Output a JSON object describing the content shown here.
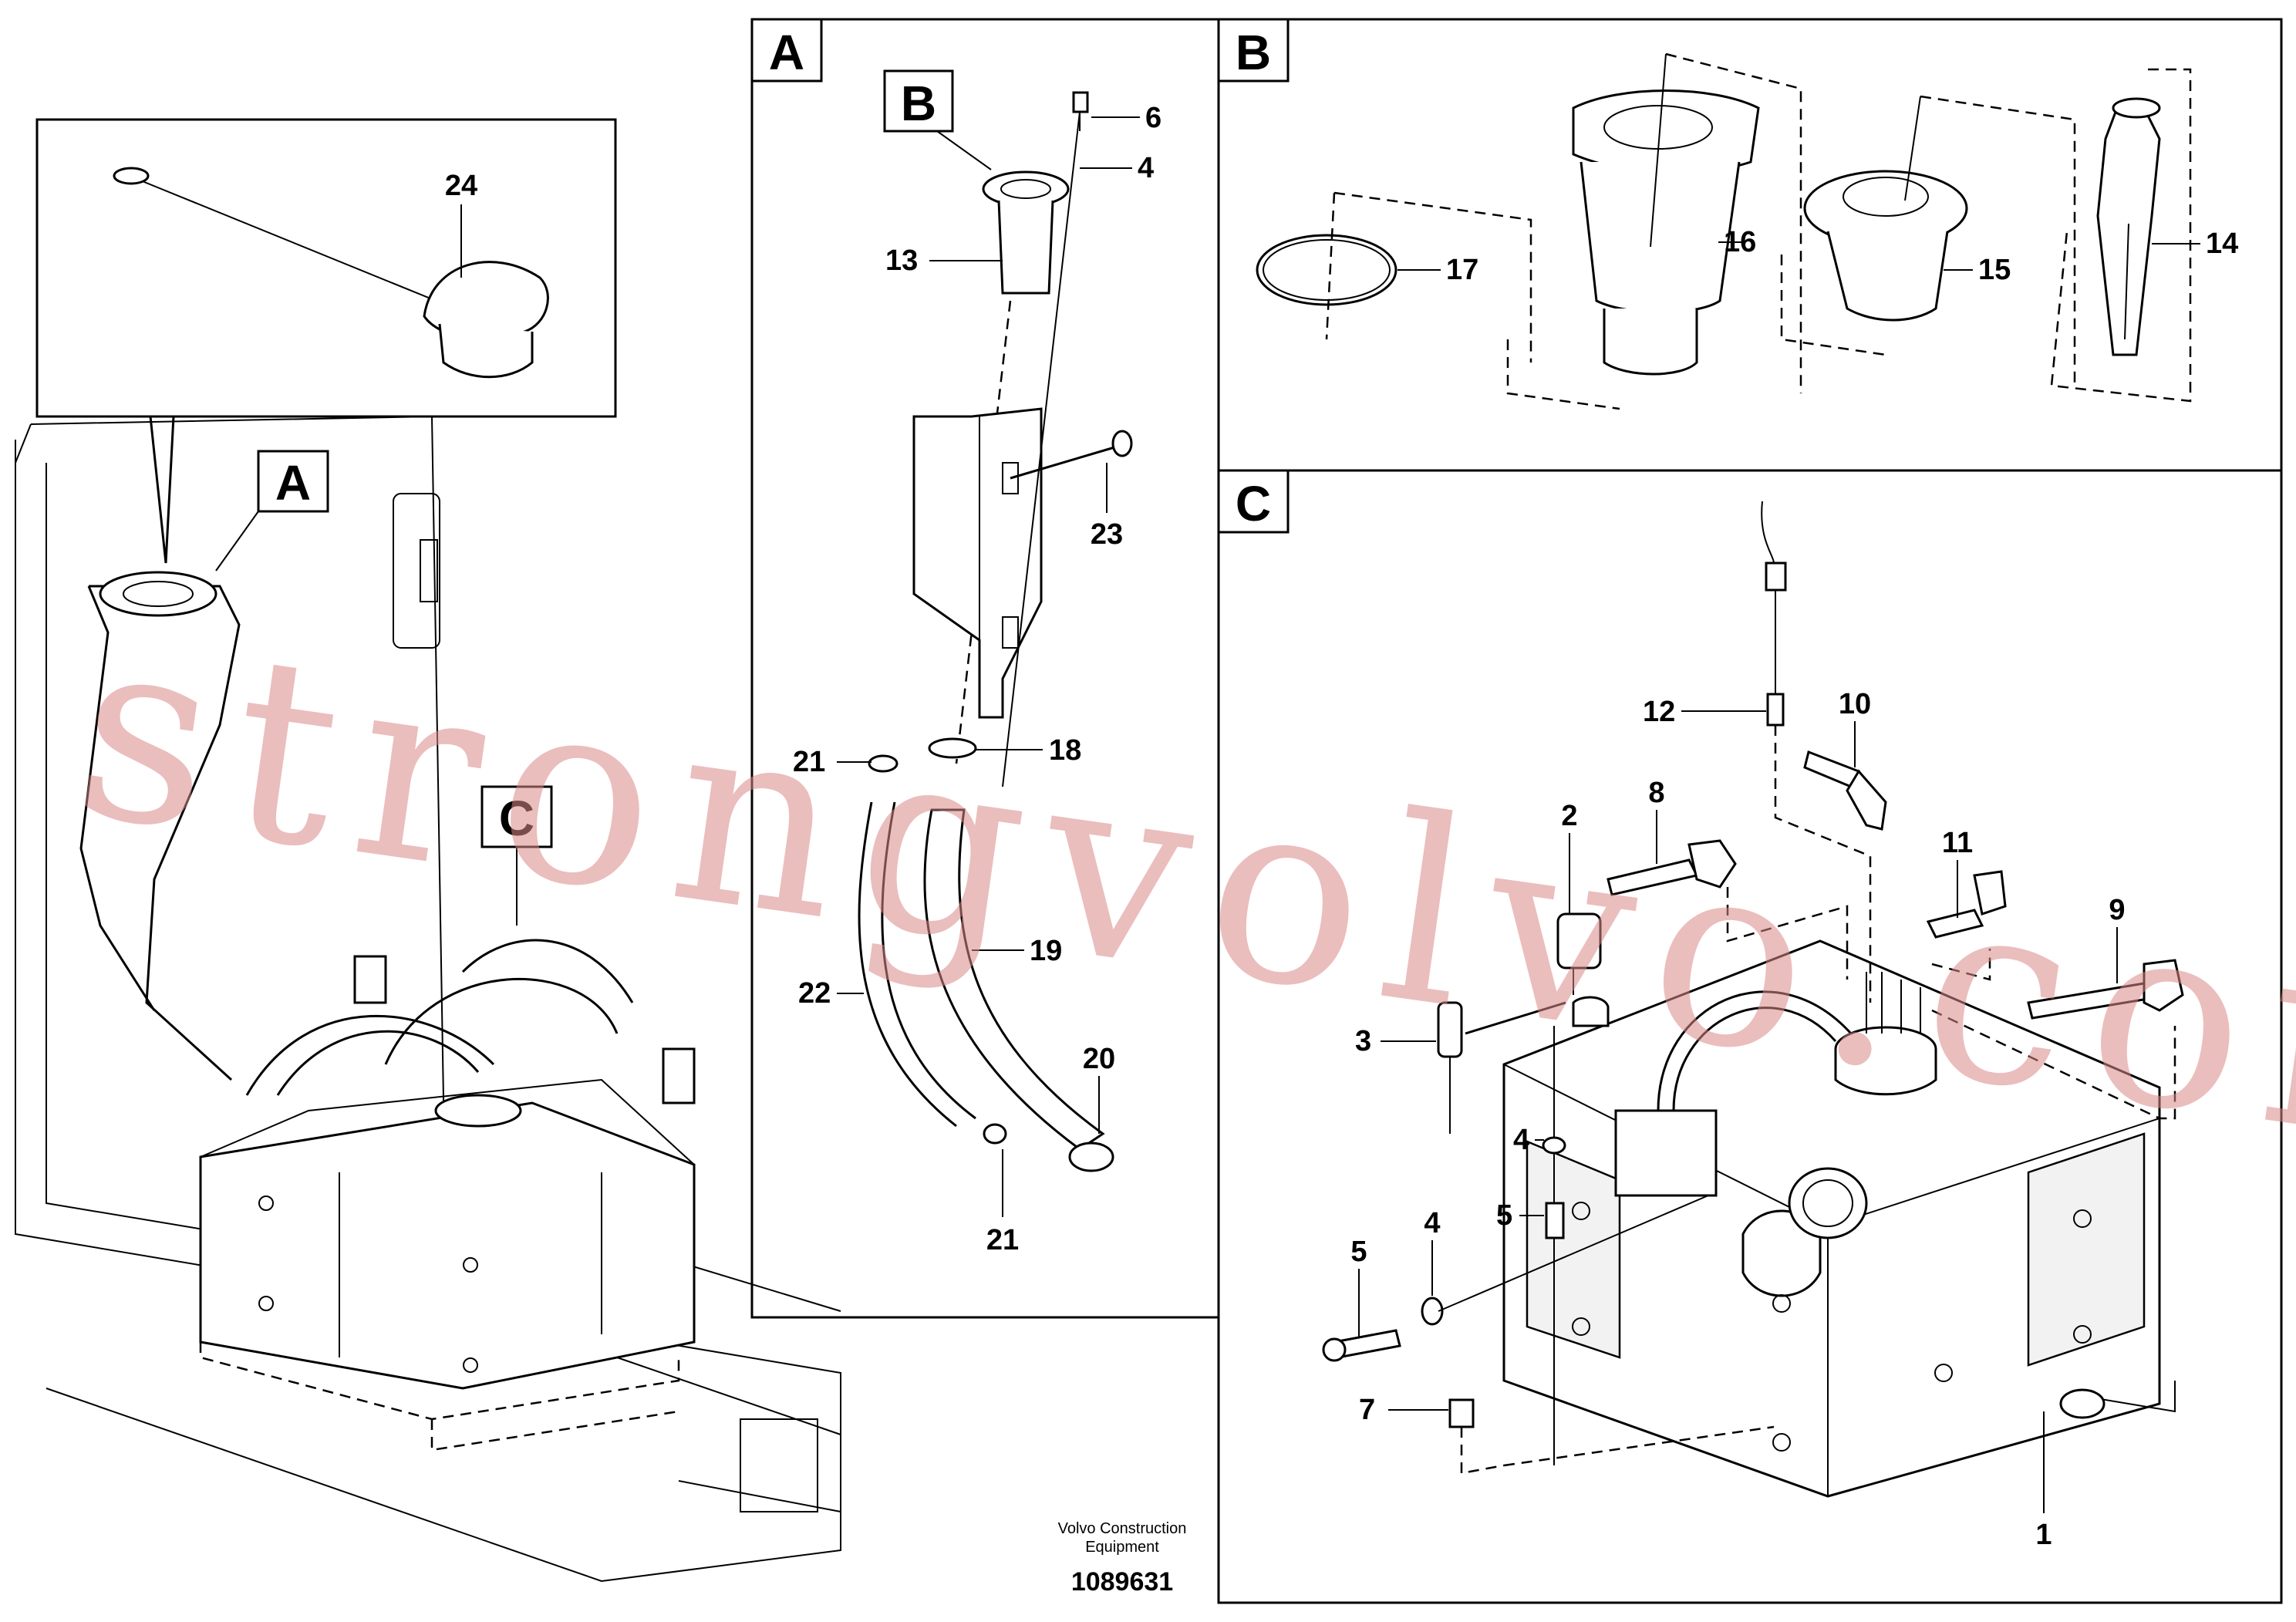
{
  "sections": [
    {
      "tag": "A"
    },
    {
      "tag": "B"
    },
    {
      "tag": "C"
    }
  ],
  "overview_tags": {
    "a": "A",
    "c": "C"
  },
  "detail_a_tags": {
    "b": "B"
  },
  "callouts": {
    "overview": [
      "24"
    ],
    "a": [
      "6",
      "4",
      "13",
      "23",
      "21",
      "18",
      "19",
      "22",
      "20",
      "21"
    ],
    "b": [
      "17",
      "16",
      "15",
      "14"
    ],
    "c": [
      "12",
      "10",
      "2",
      "8",
      "11",
      "9",
      "3",
      "4",
      "5",
      "5",
      "4",
      "7",
      "1"
    ]
  },
  "footer": {
    "line1": "Volvo Construction",
    "line2": "Equipment",
    "drawing_number": "1089631"
  },
  "watermark": "strongvolvo.com",
  "colors": {
    "watermark": "#d98a88",
    "ink": "#000000",
    "background": "#ffffff"
  }
}
